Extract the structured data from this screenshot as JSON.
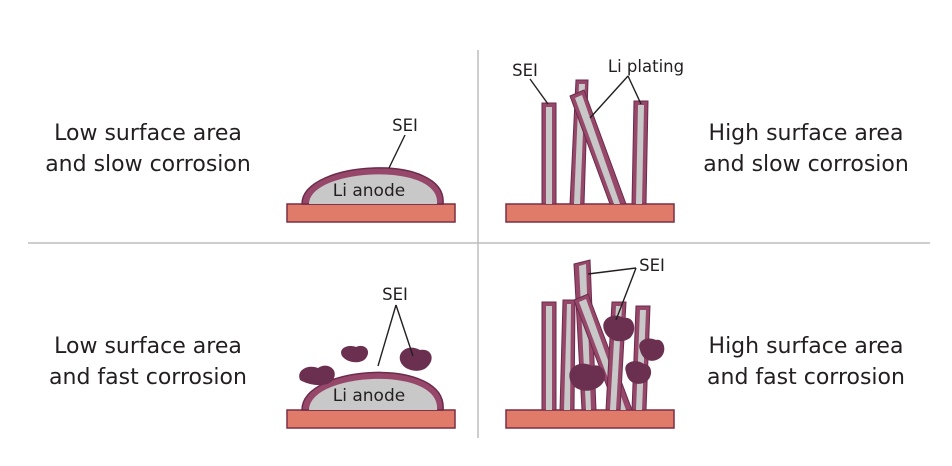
{
  "colors": {
    "substrate": "#e07a69",
    "substrate_edge": "#7b2f44",
    "sei": "#96476a",
    "sei_edge": "#6b2b4a",
    "lithium": "#c8c8c8",
    "corrosion": "#6b3050",
    "divider": "#bdbdbd",
    "text": "#231f20"
  },
  "quadrants": {
    "top_left": {
      "label_line1": "Low surface area",
      "label_line2": "and slow corrosion",
      "sei_label": "SEI",
      "anode_label": "Li anode"
    },
    "top_right": {
      "label_line1": "High surface area",
      "label_line2": "and slow corrosion",
      "sei_label": "SEI",
      "plating_label": "Li plating"
    },
    "bottom_left": {
      "label_line1": "Low surface area",
      "label_line2": "and fast corrosion",
      "sei_label": "SEI",
      "anode_label": "Li anode"
    },
    "bottom_right": {
      "label_line1": "High surface area",
      "label_line2": "and fast corrosion",
      "sei_label": "SEI"
    }
  }
}
